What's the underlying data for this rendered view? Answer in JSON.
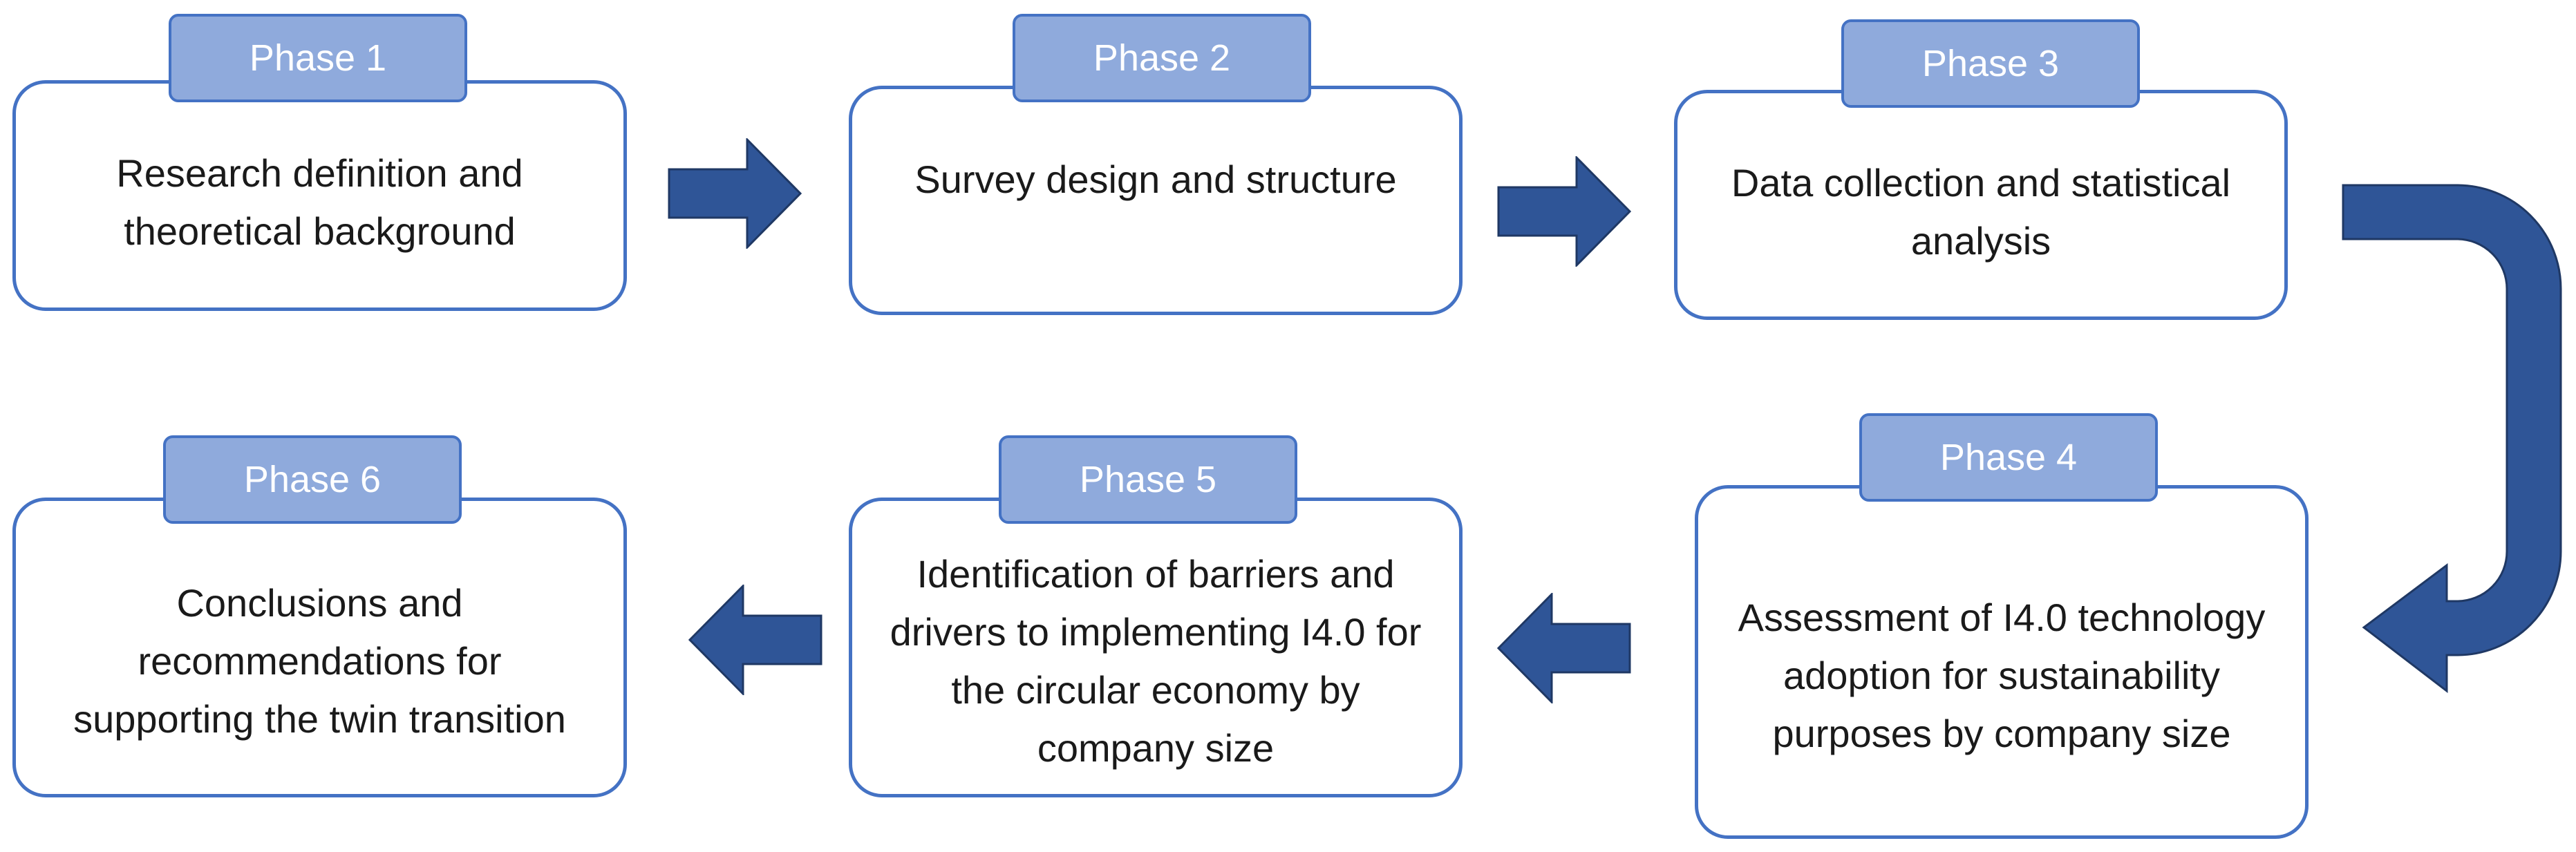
{
  "colors": {
    "box_border": "#4472c4",
    "tab_fill": "#8faadc",
    "tab_text": "#ffffff",
    "arrow_fill": "#2f5597",
    "arrow_stroke": "#1f3864"
  },
  "phases": [
    {
      "label": "Phase 1",
      "text": "Research definition and theoretical background"
    },
    {
      "label": "Phase 2",
      "text": "Survey design and structure"
    },
    {
      "label": "Phase 3",
      "text": "Data collection and statistical analysis"
    },
    {
      "label": "Phase 4",
      "text": "Assessment of I4.0 technology adoption for sustainability purposes by company size"
    },
    {
      "label": "Phase 5",
      "text": "Identification of barriers and drivers to implementing I4.0 for the circular economy by company size"
    },
    {
      "label": "Phase 6",
      "text": "Conclusions and recommendations for supporting the twin transition"
    }
  ]
}
